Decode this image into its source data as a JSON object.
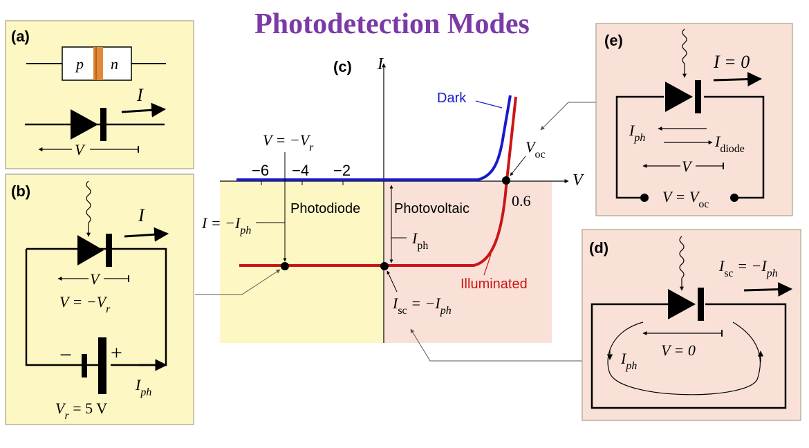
{
  "title": "Photodetection Modes",
  "colors": {
    "title": "#7b3aa6",
    "panel_yellow": "#fdf7c4",
    "panel_pink": "#f9e1d8",
    "panel_border": "#b9b19a",
    "dark_curve": "#1a1acc",
    "illuminated_curve": "#cc1515",
    "junction": "#e0893a"
  },
  "panel_a": {
    "label": "(a)",
    "p": "p",
    "n": "n",
    "current": "I",
    "voltage": "V"
  },
  "panel_b": {
    "label": "(b)",
    "current": "I",
    "voltage": "V",
    "bias_eq": "V = −V",
    "bias_sub": "r",
    "minus": "−",
    "plus": "+",
    "iph": "I",
    "iph_sub": "ph",
    "vr": "V",
    "vr_sub": "r",
    "vr_val": " = 5 V"
  },
  "panel_c": {
    "label": "(c)",
    "axis_i": "I",
    "axis_v": "V",
    "ticks": [
      "−6",
      "−4",
      "−2",
      "0.6"
    ],
    "dark": "Dark",
    "illuminated": "Illuminated",
    "photodiode": "Photodiode",
    "photovoltaic": "Photovoltaic",
    "vr_label": "V = −V",
    "vr_label_sub": "r",
    "i_label": "I = −I",
    "i_label_sub": "ph",
    "iph": "I",
    "iph_sub": "ph",
    "isc": "I",
    "isc_sub": "sc",
    "isc_eq": " = −I",
    "isc_eq_sub": "ph",
    "voc": "V",
    "voc_sub": "oc"
  },
  "panel_d": {
    "label": "(d)",
    "isc": "I",
    "isc_sub": "sc",
    "isc_eq": " = −I",
    "isc_eq_sub": "ph",
    "v0": "V = 0",
    "iph": "I",
    "iph_sub": "ph"
  },
  "panel_e": {
    "label": "(e)",
    "i0": "I = 0",
    "iph": "I",
    "iph_sub": "ph",
    "idiode": "I",
    "idiode_sub": "diode",
    "voltage": "V",
    "voc_eq": "V = V",
    "voc_sub": "oc"
  }
}
